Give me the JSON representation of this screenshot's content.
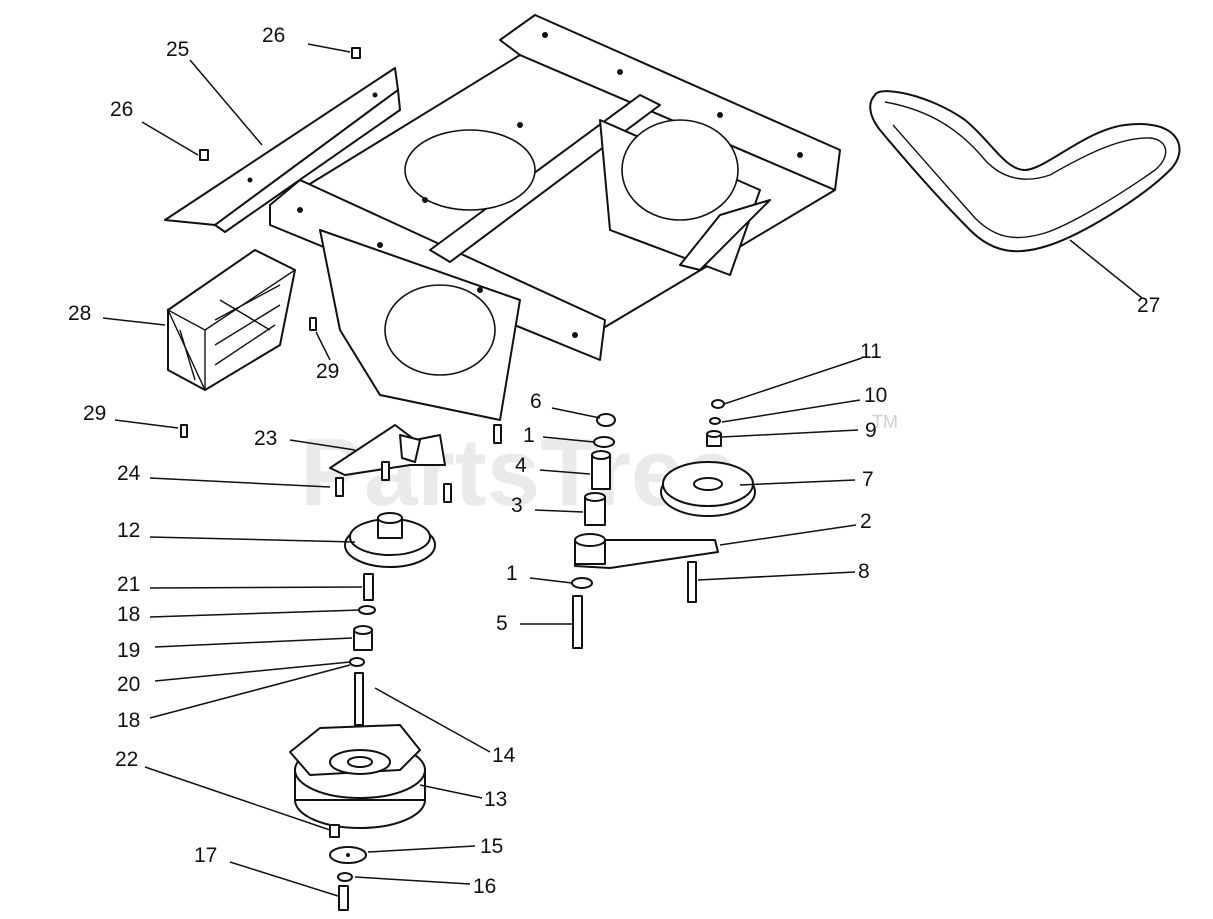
{
  "watermark": "PartsTree",
  "trademark": "TM",
  "callouts": [
    "1",
    "1",
    "2",
    "3",
    "4",
    "5",
    "6",
    "7",
    "8",
    "9",
    "10",
    "11",
    "12",
    "13",
    "14",
    "15",
    "16",
    "17",
    "18",
    "18",
    "19",
    "20",
    "21",
    "22",
    "23",
    "24",
    "25",
    "26",
    "26",
    "27",
    "28",
    "29",
    "29"
  ]
}
